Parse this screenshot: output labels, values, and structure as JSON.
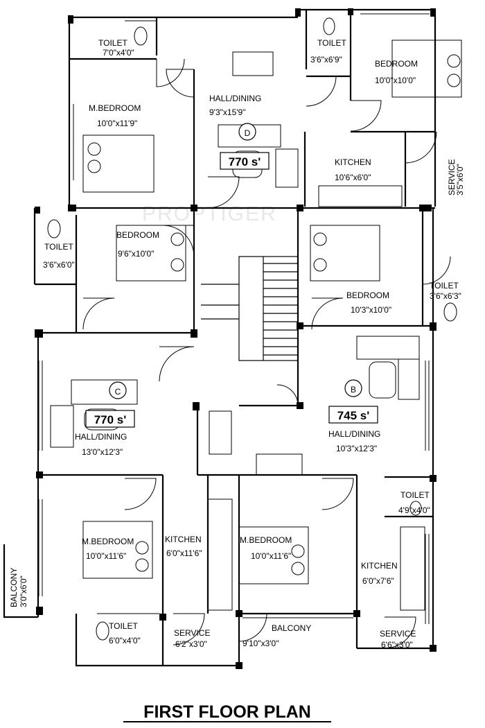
{
  "watermark": "PROPTIGER",
  "plan_title": "FIRST FLOOR PLAN",
  "units": {
    "d": {
      "letter": "D",
      "area": "770 s'"
    },
    "c": {
      "letter": "C",
      "area": "770 s'"
    },
    "b": {
      "letter": "B",
      "area": "745 s'"
    }
  },
  "rooms": {
    "d_toilet": {
      "name": "TOILET",
      "size": "7'0\"x4'0\""
    },
    "d_toilet2": {
      "name": "TOILET",
      "size": "3'6\"x6'9\""
    },
    "d_bedroom": {
      "name": "BEDROOM",
      "size": "10'0\"x10'0\""
    },
    "d_mbedroom": {
      "name": "M.BEDROOM",
      "size": "10'0\"x11'9\""
    },
    "d_hall": {
      "name": "HALL/DINING",
      "size": "9'3\"x15'9\""
    },
    "d_kitchen": {
      "name": "KITCHEN",
      "size": "10'6\"x6'0\""
    },
    "d_service": {
      "name": "SERVICE",
      "size": "3'5\"x6'0\""
    },
    "c_toilet": {
      "name": "TOILET",
      "size": "3'6\"x6'0\""
    },
    "c_bedroom": {
      "name": "BEDROOM",
      "size": "9'6\"x10'0\""
    },
    "c_hall": {
      "name": "HALL/DINING",
      "size": "13'0\"x12'3\""
    },
    "c_mbedroom": {
      "name": "M.BEDROOM",
      "size": "10'0\"x11'6\""
    },
    "c_balcony": {
      "name": "BALCONY",
      "size": "3'0\"x6'0\""
    },
    "c_toilet2": {
      "name": "TOILET",
      "size": "6'0\"x4'0\""
    },
    "c_kitchen": {
      "name": "KITCHEN",
      "size": "6'0\"x11'6\""
    },
    "c_service": {
      "name": "SERVICE",
      "size": "6'2\"x3'0\""
    },
    "b_bedroom": {
      "name": "BEDROOM",
      "size": "10'3\"x10'0\""
    },
    "b_toilet": {
      "name": "TOILET",
      "size": "3'6\"x6'3\""
    },
    "b_hall": {
      "name": "HALL/DINING",
      "size": "10'3\"x12'3\""
    },
    "b_mbedroom": {
      "name": "M.BEDROOM",
      "size": "10'0\"x11'6\""
    },
    "b_balcony": {
      "name": "BALCONY",
      "size": "9'10\"x3'0\""
    },
    "b_toilet2": {
      "name": "TOILET",
      "size": "4'9\"x4'0\""
    },
    "b_kitchen": {
      "name": "KITCHEN",
      "size": "6'0\"x7'6\""
    },
    "b_service": {
      "name": "SERVICE",
      "size": "6'6\"x3'0\""
    }
  },
  "colors": {
    "wall": "#000000",
    "pillar": "#000000",
    "background": "#ffffff"
  }
}
